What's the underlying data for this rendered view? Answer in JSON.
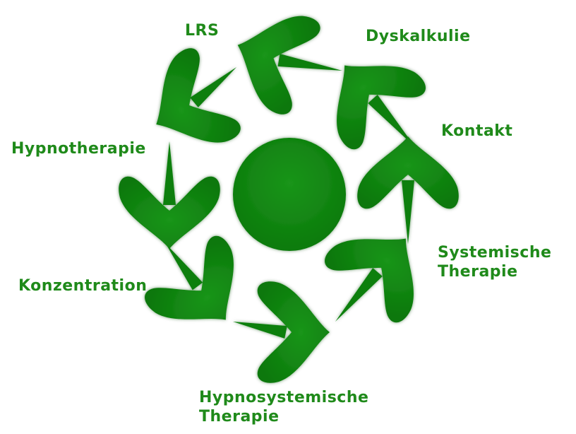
{
  "colors": {
    "shape": "#0d7f0d",
    "shape_highlight": "#1c9a1c",
    "shape_shadow": "#0a5a0a",
    "label": "#1f8a1a"
  },
  "diagram": {
    "center": {
      "shape": "circle"
    },
    "arrows": 8,
    "labels": [
      {
        "id": "lrs",
        "lines": [
          "LRS"
        ]
      },
      {
        "id": "dyskalkulie",
        "lines": [
          "Dyskalkulie"
        ]
      },
      {
        "id": "kontakt",
        "lines": [
          "Kontakt"
        ]
      },
      {
        "id": "systemische",
        "lines": [
          "Systemische",
          "Therapie"
        ]
      },
      {
        "id": "hypnosystemische",
        "lines": [
          "Hypnosystemische",
          "Therapie"
        ]
      },
      {
        "id": "konzentration",
        "lines": [
          "Konzentration"
        ]
      },
      {
        "id": "hypnotherapie",
        "lines": [
          "Hypnotherapie"
        ]
      }
    ]
  }
}
